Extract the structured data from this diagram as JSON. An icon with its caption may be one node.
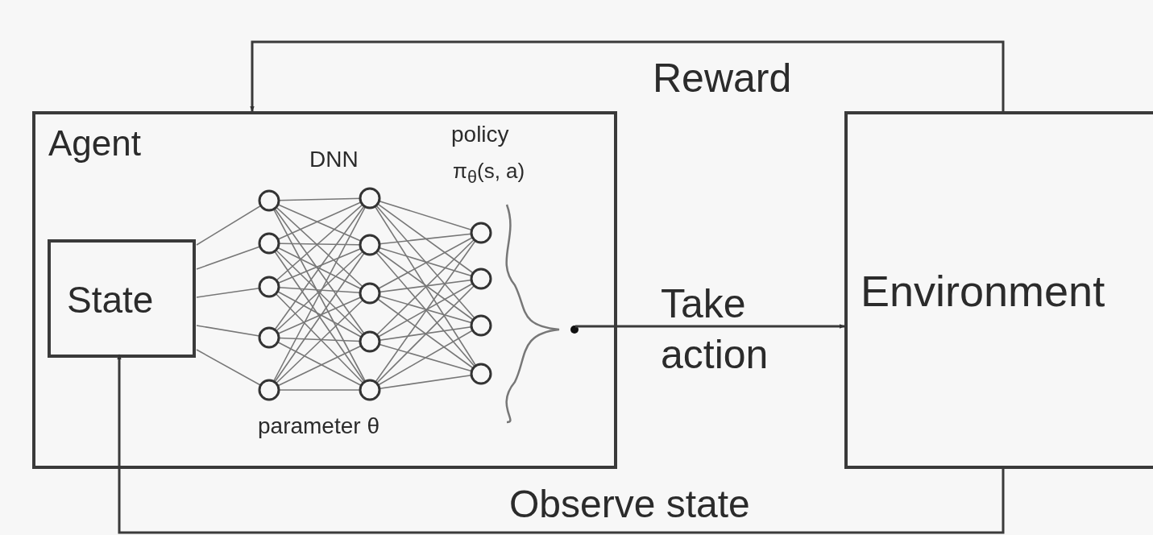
{
  "diagram": {
    "nodes": [
      {
        "text": [
          "Agent"
        ]
      },
      {
        "text": [
          "State"
        ],
        "in": 0
      },
      {
        "text": [],
        "shape": "picture",
        "in": 0
      },
      {
        "text": [
          "Environment"
        ]
      }
    ],
    "edges": [
      {
        "from": 3,
        "to": 0,
        "arrow": "to",
        "label": "Reward"
      },
      {
        "from": 2,
        "to": 3,
        "arrow": "to",
        "label": "Take action"
      },
      {
        "from": 3,
        "to": 1,
        "arrow": "to",
        "label": "Observe state"
      }
    ],
    "labels": [
      "DNN",
      "policy",
      "π$_{θ}$(s, a)",
      "parameter θ"
    ]
  }
}
